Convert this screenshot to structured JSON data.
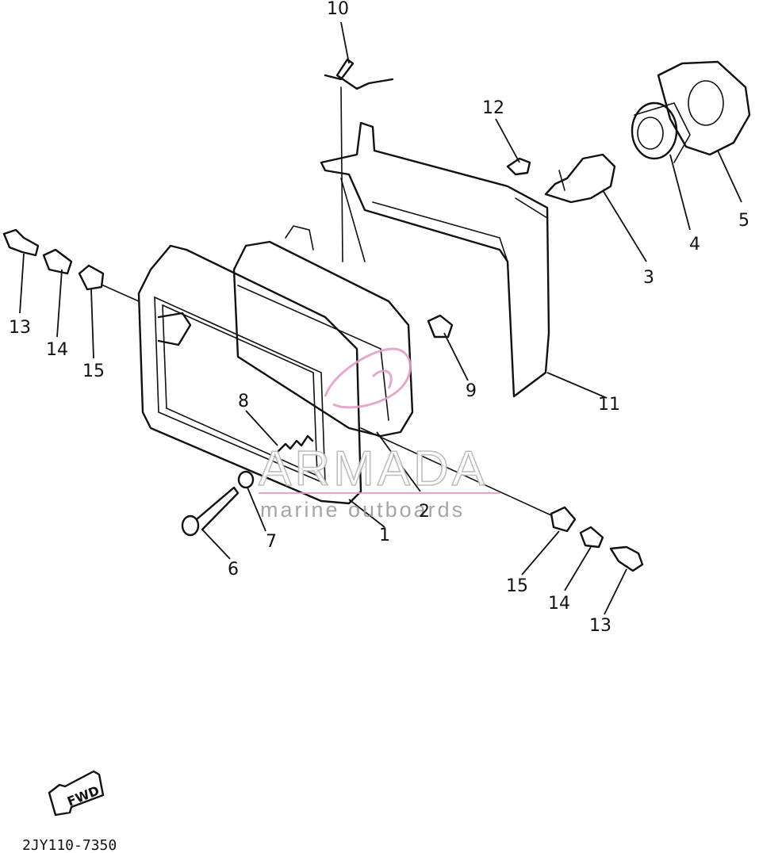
{
  "diagram": {
    "callouts": [
      {
        "id": "c1",
        "label": "1"
      },
      {
        "id": "c2",
        "label": "2"
      },
      {
        "id": "c3",
        "label": "3"
      },
      {
        "id": "c4",
        "label": "4"
      },
      {
        "id": "c5",
        "label": "5"
      },
      {
        "id": "c6",
        "label": "6"
      },
      {
        "id": "c7",
        "label": "7"
      },
      {
        "id": "c8",
        "label": "8"
      },
      {
        "id": "c9",
        "label": "9"
      },
      {
        "id": "c10",
        "label": "10"
      },
      {
        "id": "c11",
        "label": "11"
      },
      {
        "id": "c12",
        "label": "12"
      },
      {
        "id": "c13a",
        "label": "13"
      },
      {
        "id": "c14a",
        "label": "14"
      },
      {
        "id": "c15a",
        "label": "15"
      },
      {
        "id": "c13b",
        "label": "13"
      },
      {
        "id": "c14b",
        "label": "14"
      },
      {
        "id": "c15b",
        "label": "15"
      }
    ],
    "fwd_label": "FWD",
    "diagram_code": "2JY110-7350"
  },
  "watermark": {
    "brand": "ARMADA",
    "tagline": "marine outboards",
    "accent_color": "#e0a0c8"
  }
}
